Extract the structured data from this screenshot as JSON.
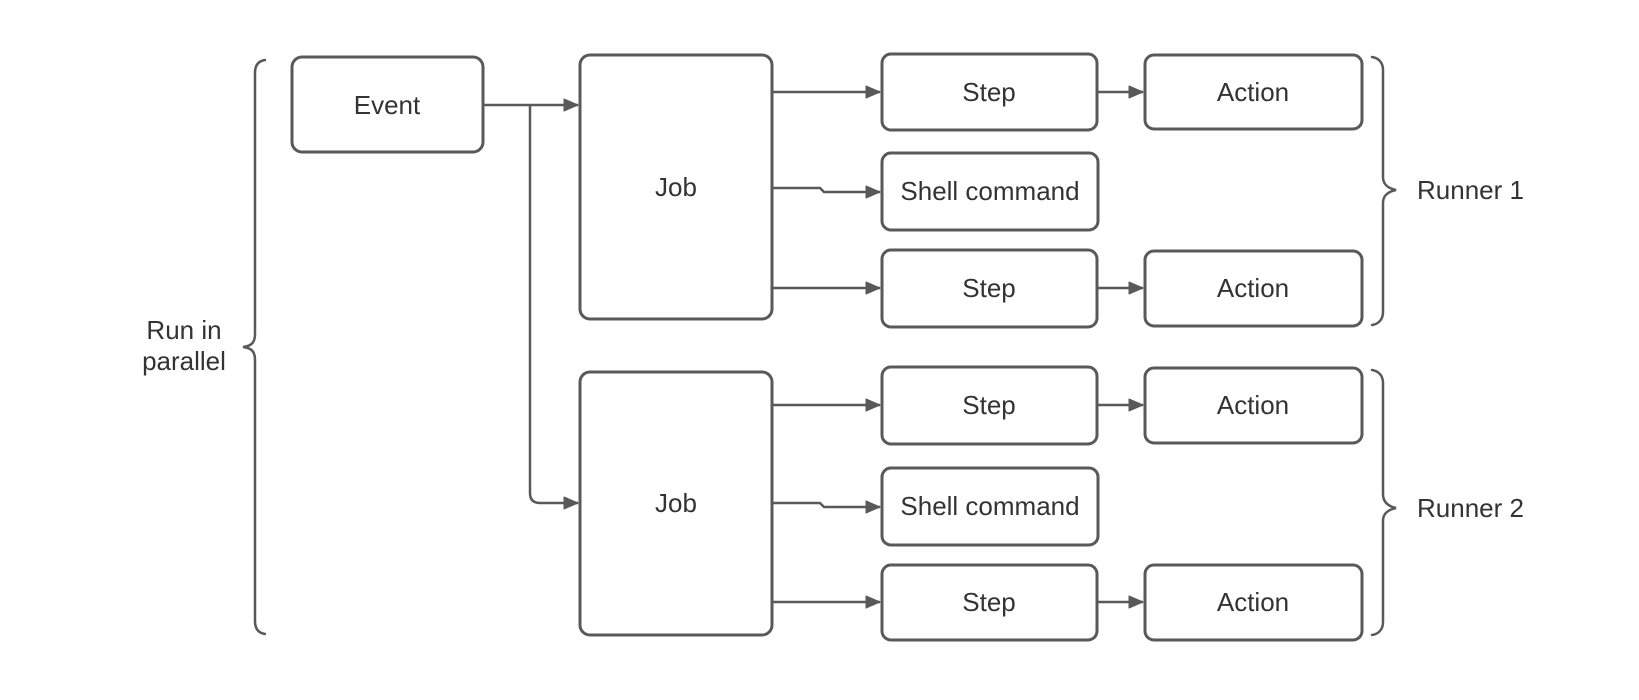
{
  "diagram": {
    "type": "flowchart",
    "parallel_group": {
      "label_line1": "Run in",
      "label_line2": "parallel"
    },
    "event": {
      "label": "Event"
    },
    "runners": [
      {
        "label": "Runner 1",
        "job_label": "Job",
        "steps": [
          "Step",
          "Shell command",
          "Step"
        ],
        "actions": [
          "Action",
          "Action"
        ]
      },
      {
        "label": "Runner 2",
        "job_label": "Job",
        "steps": [
          "Step",
          "Shell command",
          "Step"
        ],
        "actions": [
          "Action",
          "Action"
        ]
      }
    ],
    "colors": {
      "shape_border": "#595959",
      "connector": "#595959",
      "text": "#333333",
      "shape_fill": "#ffffff"
    }
  }
}
